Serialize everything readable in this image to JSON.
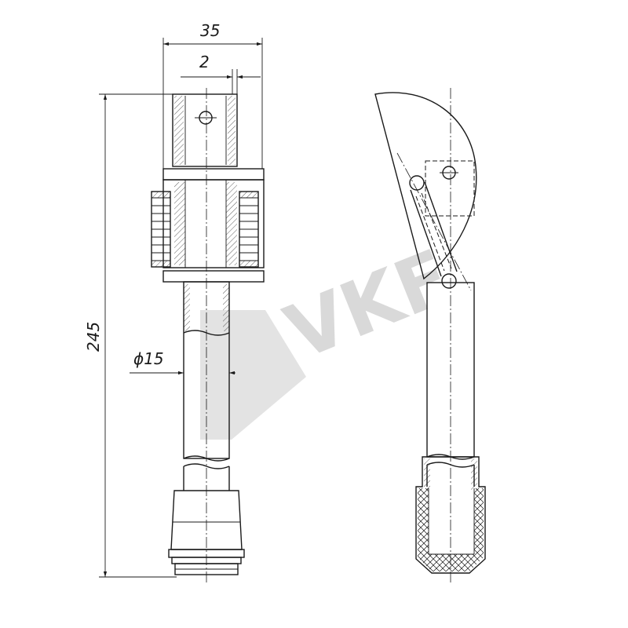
{
  "dimensions": {
    "width_top": "35",
    "offset_small": "2",
    "height_total": "245",
    "diameter": "ϕ15"
  },
  "watermark": {
    "text": "VKF",
    "color": "#d9d9d9"
  },
  "colors": {
    "line": "#1a1a1a",
    "background": "#ffffff"
  }
}
